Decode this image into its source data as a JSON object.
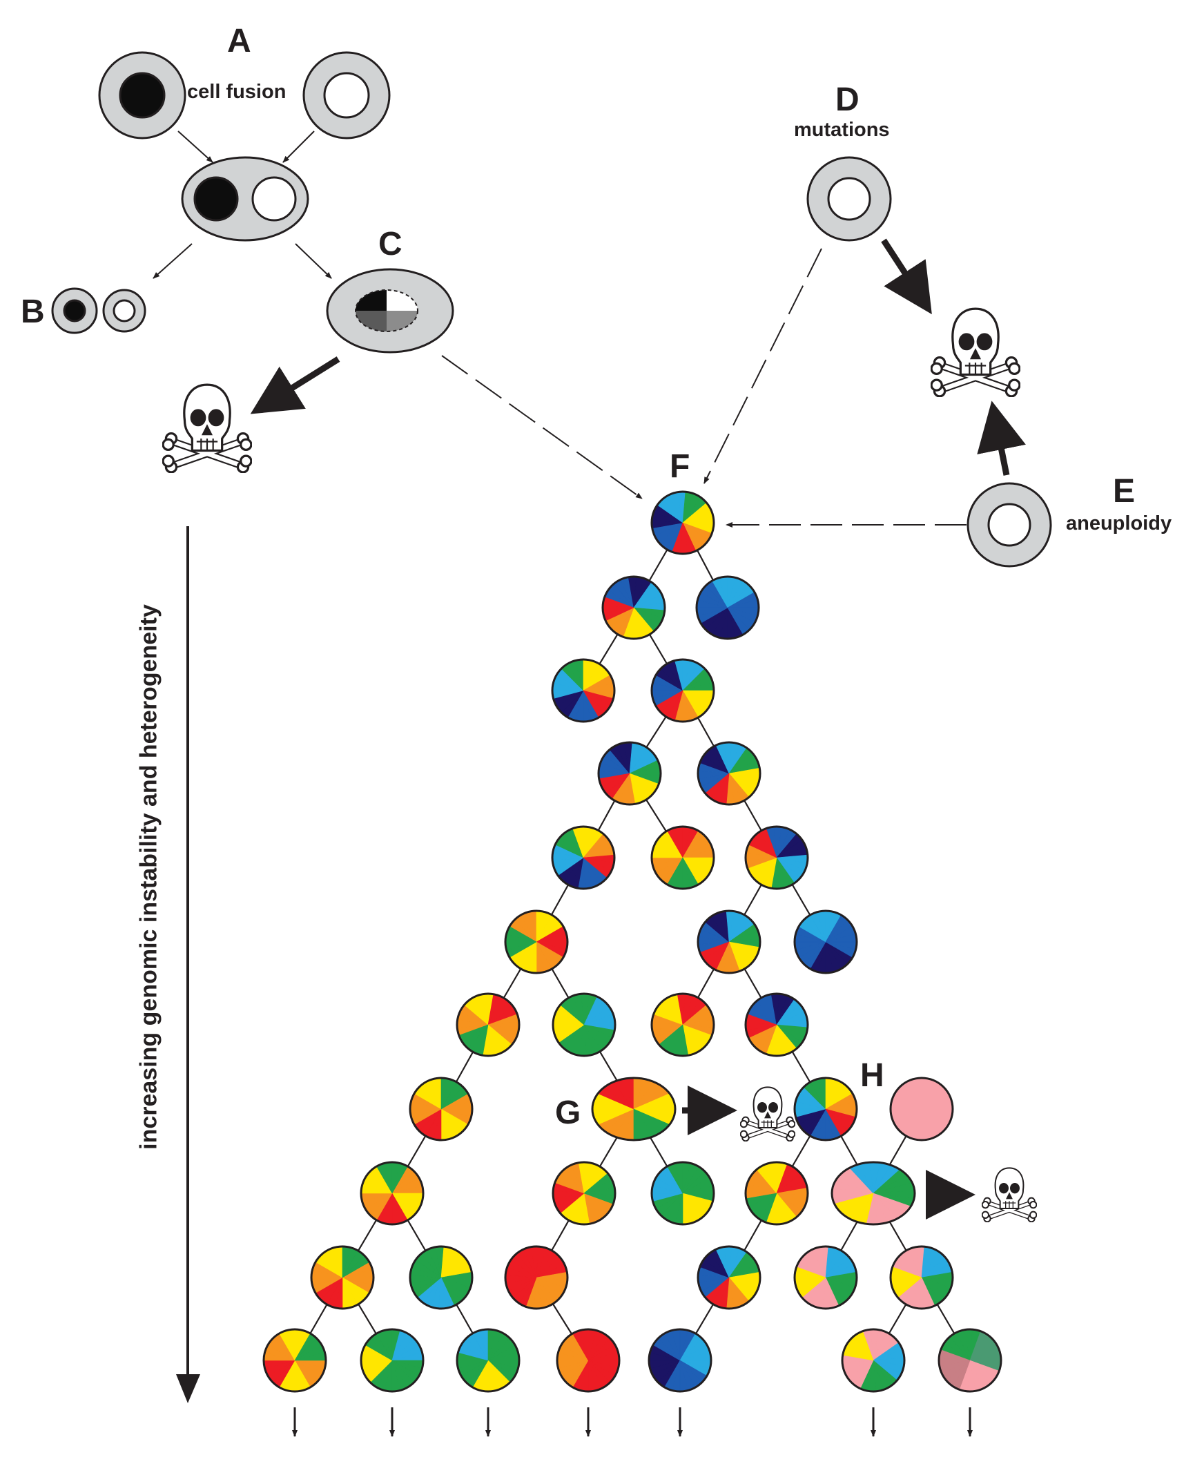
{
  "labels": {
    "A": "A",
    "B": "B",
    "C": "C",
    "D": "D",
    "E": "E",
    "F": "F",
    "G": "G",
    "H": "H"
  },
  "captions": {
    "cell_fusion": "cell fusion",
    "mutations": "mutations",
    "aneuploidy": "aneuploidy",
    "axis": "increasing genomic instability and heterogeneity"
  },
  "colors": {
    "cytoplasm": "#d1d3d4",
    "outline": "#231f20",
    "nucleus_dark": "#0d0d0d",
    "nucleus_light": "#ffffff",
    "arrow": "#231f20",
    "healthy_pink": "#f8a1a9",
    "palette_blue": "#1f5fb5",
    "palette_navy": "#1b1464",
    "palette_cyan": "#29abe2",
    "palette_green": "#22a34a",
    "palette_yellow": "#ffe600",
    "palette_orange": "#f7931e",
    "palette_red": "#ed1c24"
  },
  "icons": [
    "skull-crossbones-icon",
    "cell-icon",
    "fused-cell-icon",
    "heterogeneous-cell-icon"
  ]
}
